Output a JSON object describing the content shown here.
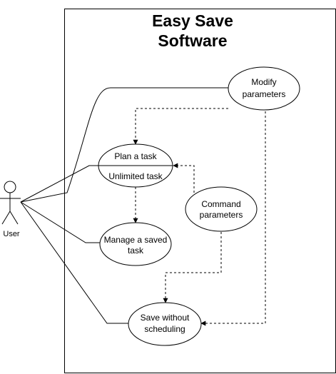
{
  "diagram": {
    "system_title_line1": "Easy Save",
    "system_title_line2": "Software",
    "actor": "User",
    "use_cases": {
      "modify_parameters": [
        "Modify",
        "parameters"
      ],
      "plan_a_task": "Plan a task",
      "unlimited_task": "Unlimited task",
      "command_parameters": [
        "Command",
        "parameters"
      ],
      "manage_saved_task": [
        "Manage a saved",
        "task"
      ],
      "save_without_scheduling": [
        "Save without",
        "scheduling"
      ]
    }
  }
}
